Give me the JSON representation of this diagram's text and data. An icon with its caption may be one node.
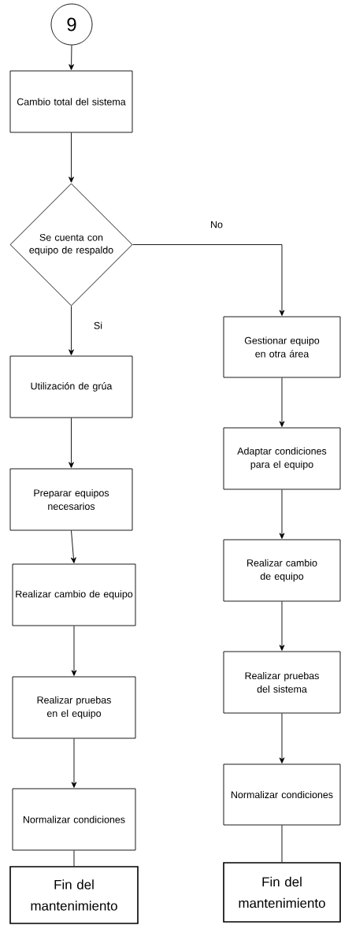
{
  "diagram": {
    "nodes": [
      {
        "text": [
          "9"
        ]
      },
      {
        "text": [
          "Cambio total del sistema"
        ]
      },
      {
        "text": [
          "Se cuenta con equipo de respaldo"
        ]
      },
      {
        "text": [
          "Utilización de grúa"
        ]
      },
      {
        "text": [
          "Preparar equipos necesarios"
        ]
      },
      {
        "text": [
          "Realizar cambio de equipo"
        ]
      },
      {
        "text": [
          "Realizar pruebas en el equipo"
        ]
      },
      {
        "text": [
          "Normalizar condiciones"
        ]
      },
      {
        "text": [
          "Fin del mantenimiento"
        ]
      },
      {
        "text": [
          "Gestionar equipo en otra área"
        ]
      },
      {
        "text": [
          "Adaptar condiciones para el equipo"
        ]
      },
      {
        "text": [
          "Realizar cambio de equipo"
        ]
      },
      {
        "text": [
          "Realizar pruebas del sistema"
        ]
      },
      {
        "text": [
          "Normalizar condiciones"
        ]
      },
      {
        "text": [
          "Fin del mantenimiento"
        ]
      }
    ],
    "edges": [
      {
        "from": 0,
        "to": 1,
        "arrow": "to"
      },
      {
        "from": 1,
        "to": 2,
        "arrow": "to"
      },
      {
        "from": 2,
        "to": 3,
        "arrow": "to",
        "label": "Si"
      },
      {
        "from": 2,
        "to": 9,
        "arrow": "to",
        "label": "No"
      },
      {
        "from": 3,
        "to": 4,
        "arrow": "to"
      },
      {
        "from": 4,
        "to": 5,
        "arrow": "to"
      },
      {
        "from": 5,
        "to": 6,
        "arrow": "to"
      },
      {
        "from": 6,
        "to": 7,
        "arrow": "to"
      },
      {
        "from": 7,
        "to": 8,
        "arrow": "none"
      },
      {
        "from": 9,
        "to": 10,
        "arrow": "to"
      },
      {
        "from": 10,
        "to": 11,
        "arrow": "to"
      },
      {
        "from": 11,
        "to": 12,
        "arrow": "to"
      },
      {
        "from": 12,
        "to": 13,
        "arrow": "to"
      },
      {
        "from": 13,
        "to": 14,
        "arrow": "none"
      }
    ]
  }
}
